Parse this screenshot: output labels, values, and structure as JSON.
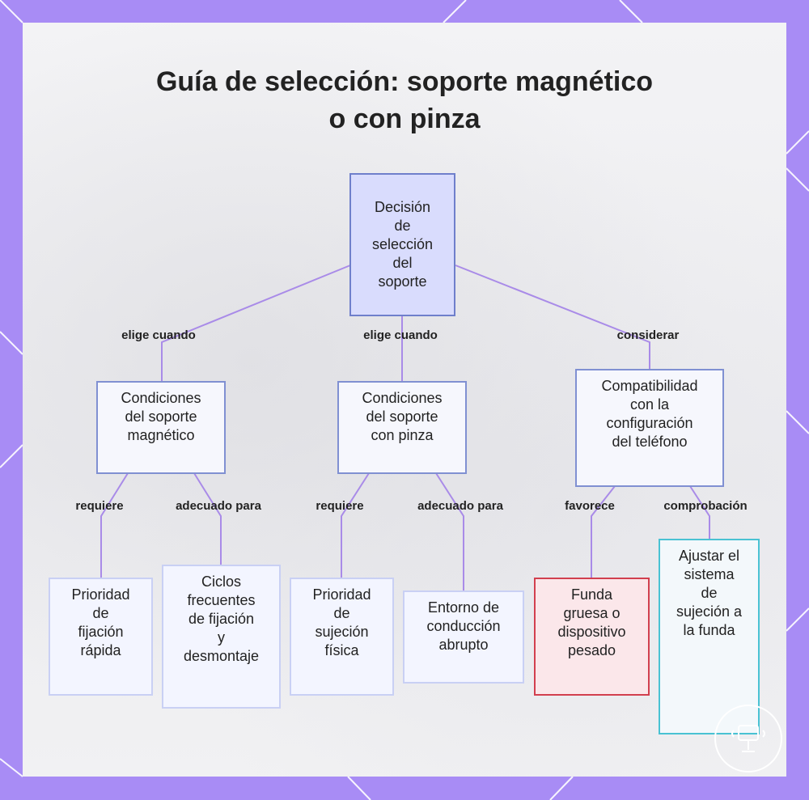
{
  "title_lines": [
    "Guía de selección: soporte magnético",
    "o con pinza"
  ],
  "nodes": {
    "root": [
      "Decisión",
      "de",
      "selección",
      "del",
      "soporte"
    ],
    "magnetic": [
      "Condiciones",
      "del soporte",
      "magnético"
    ],
    "clamp": [
      "Condiciones",
      "del soporte",
      "con pinza"
    ],
    "compat": [
      "Compatibilidad",
      "con la",
      "configuración",
      "del teléfono"
    ],
    "quick": [
      "Prioridad",
      "de",
      "fijación",
      "rápida"
    ],
    "cycles": [
      "Ciclos",
      "frecuentes",
      "de fijación",
      "y",
      "desmontaje"
    ],
    "physical": [
      "Prioridad",
      "de",
      "sujeción",
      "física"
    ],
    "rough": [
      "Entorno de",
      "conducción",
      "abrupto"
    ],
    "heavy": [
      "Funda",
      "gruesa o",
      "dispositivo",
      "pesado"
    ],
    "adjust": [
      "Ajustar el",
      "sistema",
      "de",
      "sujeción a",
      "la funda"
    ]
  },
  "edge_labels": {
    "choose_magnetic": "elige cuando",
    "choose_clamp": "elige cuando",
    "consider": "considerar",
    "mag_requires": "requiere",
    "mag_suited": "adecuado para",
    "clamp_requires": "requiere",
    "clamp_suited": "adecuado para",
    "favors": "favorece",
    "check": "comprobación"
  },
  "colors": {
    "frame": "#a88cf5",
    "edge": "#a98be8",
    "root_fill": "#d9dcfd",
    "highlight_red": "#d23f4e",
    "highlight_cyan": "#49c2d3"
  },
  "icons": [
    "brand-logo-icon"
  ]
}
